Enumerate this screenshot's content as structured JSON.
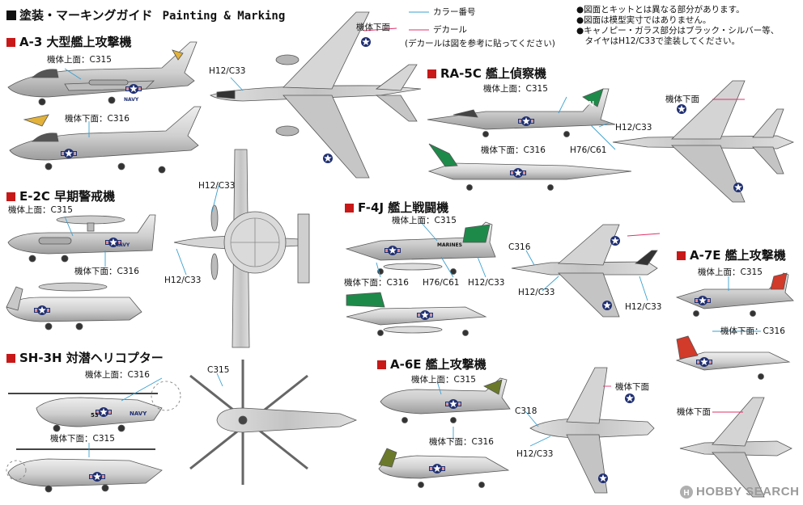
{
  "title": {
    "jp": "塗装・マーキングガイド",
    "en": "Painting & Marking"
  },
  "legend": {
    "color_number": "カラー番号",
    "decal": "デカール",
    "decal_note": "(デカールは図を参考に貼ってください)",
    "color_line": "#3aa0d0",
    "decal_line": "#e0306a"
  },
  "notes": [
    "●図面とキットとは異なる部分があります。",
    "●図面は模型実寸ではありません。",
    "●キャノピー・ガラス部分はブラック・シルバー等、",
    "　タイヤはH12/C33で塗装してください。"
  ],
  "aircraft": {
    "a3": {
      "title": "A-3 大型艦上攻撃機",
      "upper": "機体上面：C315",
      "lower": "機体下面：C316",
      "lower_short": "機体下面",
      "gear": "H12/C33"
    },
    "ra5c": {
      "title": "RA-5C 艦上偵察機",
      "upper": "機体上面：C315",
      "lower": "機体下面：C316",
      "gear": "H12/C33",
      "intake": "H76/C61",
      "lower_short": "機体下面"
    },
    "e2c": {
      "title": "E-2C 早期警戒機",
      "upper": "機体上面：C315",
      "lower": "機体下面：C316",
      "gear_top": "H12/C33",
      "gear_bottom": "H12/C33"
    },
    "f4j": {
      "title": "F-4J 艦上戦闘機",
      "upper": "機体上面：C315",
      "lower": "機体下面：C316",
      "intake": "H76/C61",
      "gear": "H12/C33",
      "nose": "C316",
      "gear2": "H12/C33",
      "gear3": "H12/C33"
    },
    "a7e": {
      "title": "A-7E 艦上攻撃機",
      "upper": "機体上面：C315",
      "lower": "機体下面：C316",
      "lower_short": "機体下面"
    },
    "sh3h": {
      "title": "SH-3H 対潜ヘリコプター",
      "upper": "機体上面：C316",
      "lower": "機体下面：C315",
      "rotor": "C315"
    },
    "a6e": {
      "title": "A-6E 艦上攻撃機",
      "upper": "機体上面：C315",
      "lower": "機体下面：C316",
      "nose": "C318",
      "gear": "H12/C33",
      "lower_short": "機体下面"
    }
  },
  "markings": {
    "navy": "NAVY",
    "marines": "MARINES",
    "ra5c_tail": "AJ",
    "sh3_number": "53"
  },
  "watermark": "HOBBY SEARCH"
}
